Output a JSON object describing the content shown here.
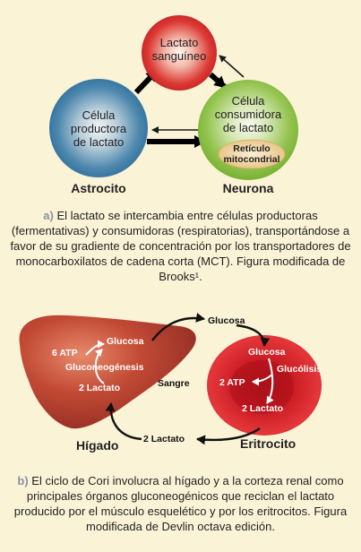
{
  "diagram_a": {
    "blood_node": [
      "Lactato",
      "sanguíneo"
    ],
    "producer_node": [
      "Célula",
      "productora",
      "de lactato"
    ],
    "consumer_node": [
      "Célula",
      "consumidora",
      "de lactato"
    ],
    "mito_node": [
      "Retículo",
      "mitocondrial"
    ],
    "producer_label": "Astrocito",
    "consumer_label": "Neurona"
  },
  "caption_a": {
    "tag": "a)",
    "text": "El lactato se intercambia entre células productoras (fermentativas) y consumidoras (respiratorias), transportándose a favor de su gradiente de concentración por los transportadores de monocarboxilatos de cadena corta (MCT). Figura modificada de Brooks¹."
  },
  "diagram_b": {
    "glucose_top": "Glucosa",
    "liver_atp": "6 ATP",
    "liver_glucose": "Glucosa",
    "liver_gluconeo": "Gluconeogénesis",
    "liver_lactate": "2 Lactato",
    "blood_label": "Sangre",
    "rbc_glucose": "Glucosa",
    "rbc_glycolysis": "Glucólisis",
    "rbc_atp": "2 ATP",
    "rbc_lactate": "2 Lactato",
    "bottom_lactate": "2 Lactato",
    "liver_label": "Hígado",
    "rbc_label": "Eritrocito"
  },
  "caption_b": {
    "tag": "b)",
    "text": "El ciclo de Cori involucra al hígado y a la corteza renal como principales órganos gluconeogénicos que reciclan el lactato producido por el músculo esquelético y por los eritrocitos. Figura modificada de Devlin octava edición."
  },
  "colors": {
    "background": "#fbf3d6",
    "blood_red": "#d9272e",
    "astrocyte_blue": "#3a7ea8",
    "neuron_green": "#8cbf43",
    "mito_tan": "#e8c98a",
    "liver_red": "#b13a2c",
    "rbc_red": "#d51f26"
  }
}
